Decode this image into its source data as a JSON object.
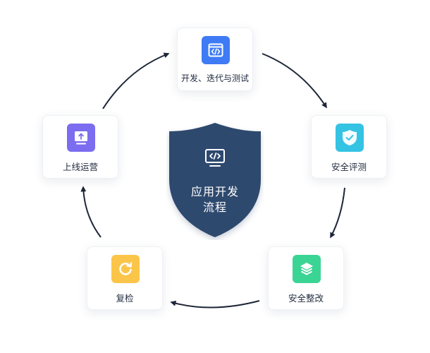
{
  "center": {
    "title_line1": "应用开发",
    "title_line2": "流程",
    "color": "#2f4a6e"
  },
  "steps": [
    {
      "label": "开发、迭代与测试",
      "icon": "code-window-icon",
      "color": "#3e7bf5"
    },
    {
      "label": "安全评测",
      "icon": "shield-check-icon",
      "color": "#35c3e4"
    },
    {
      "label": "安全整改",
      "icon": "layers-icon",
      "color": "#3ad495"
    },
    {
      "label": "复检",
      "icon": "refresh-icon",
      "color": "#fbc54a"
    },
    {
      "label": "上线运营",
      "icon": "upload-monitor-icon",
      "color": "#7b6cf0"
    }
  ],
  "arrow_color": "#1d2638"
}
